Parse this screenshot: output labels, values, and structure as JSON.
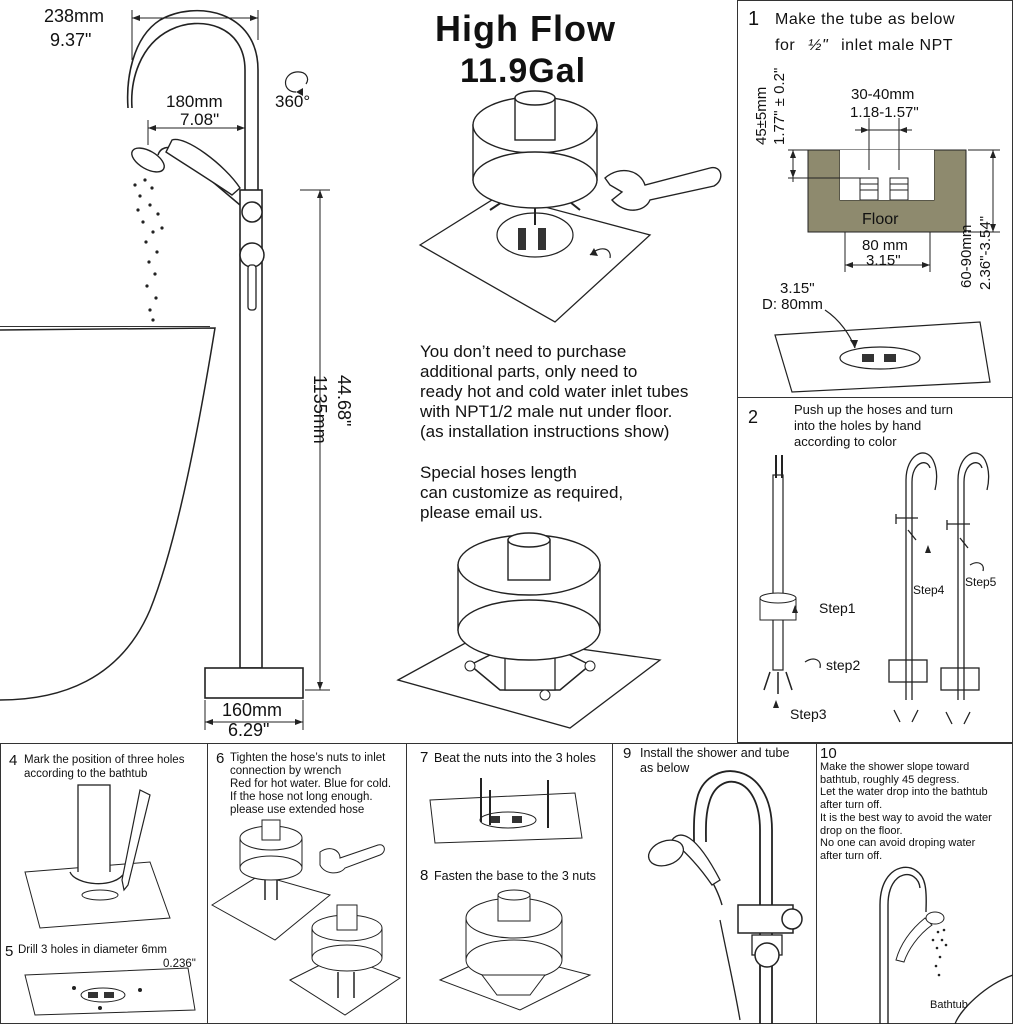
{
  "title": {
    "line1": "High Flow",
    "line2": "11.9Gal"
  },
  "dimensions": {
    "spout_reach_mm": "238mm",
    "spout_reach_in": "9.37\"",
    "handshower_mm": "180mm",
    "handshower_in": "7.08\"",
    "rotation": "360°",
    "height_mm": "1135mm",
    "height_in": "44.68\"",
    "base_mm": "160mm",
    "base_in": "6.29\""
  },
  "intro": {
    "lines": [
      "You don’t need to purchase",
      "additional parts, only need to",
      "ready hot and cold water inlet tubes",
      "with NPT1/2 male nut under floor.",
      "(as installation instructions show)"
    ],
    "special": [
      "Special hoses length",
      "can customize as required,",
      "please email us."
    ]
  },
  "step1": {
    "number": "1",
    "line1": "Make the tube as below",
    "line2_pre": "for",
    "fraction": "½\"",
    "line2_post": "inlet male NPT",
    "pipe_spacing_mm": "30-40mm",
    "pipe_spacing_in": "1.18-1.57\"",
    "pipe_height_mm": "45±5mm",
    "pipe_height_in": "1.77\" ± 0.2\"",
    "floor_label": "Floor",
    "hole_width_mm": "80 mm",
    "hole_width_in": "3.15\"",
    "depth_mm": "60-90mm",
    "depth_in": "2.36\"-3.54\"",
    "hole_diam_in": "3.15\"",
    "hole_diam_mm": "D: 80mm"
  },
  "step2": {
    "number": "2",
    "lines": [
      "Push up the hoses and turn",
      "into the holes by hand",
      "according to color"
    ],
    "labels": {
      "s1": "Step1",
      "s2": "step2",
      "s3": "Step3",
      "s4": "Step4",
      "s5": "Step5"
    }
  },
  "step4": {
    "number": "4",
    "lines": [
      "Mark the position of three holes",
      "according to the bathtub"
    ]
  },
  "step5": {
    "number": "5",
    "line1": "Drill 3 holes in diameter 6mm",
    "line2": "0.236\""
  },
  "step6": {
    "number": "6",
    "lines": [
      "Tighten the hose’s nuts to inlet",
      "connection by wrench",
      "Red for hot water. Blue for cold.",
      "If the hose not long enough.",
      "please use extended hose"
    ]
  },
  "step7": {
    "number": "7",
    "text": "Beat the nuts into the 3 holes"
  },
  "step8": {
    "number": "8",
    "text": "Fasten the base to the 3 nuts"
  },
  "step9": {
    "number": "9",
    "lines": [
      "Install the shower and tube",
      "as below"
    ]
  },
  "step10": {
    "number": "10",
    "lines": [
      "Make the shower slope toward",
      "bathtub, roughly 45 degress.",
      "Let the water drop into the bathtub",
      "after turn off.",
      "It is the best way to avoid the water",
      "drop on the floor.",
      "No one can avoid droping water",
      "after turn off."
    ],
    "bathtub": "Bathtub"
  }
}
